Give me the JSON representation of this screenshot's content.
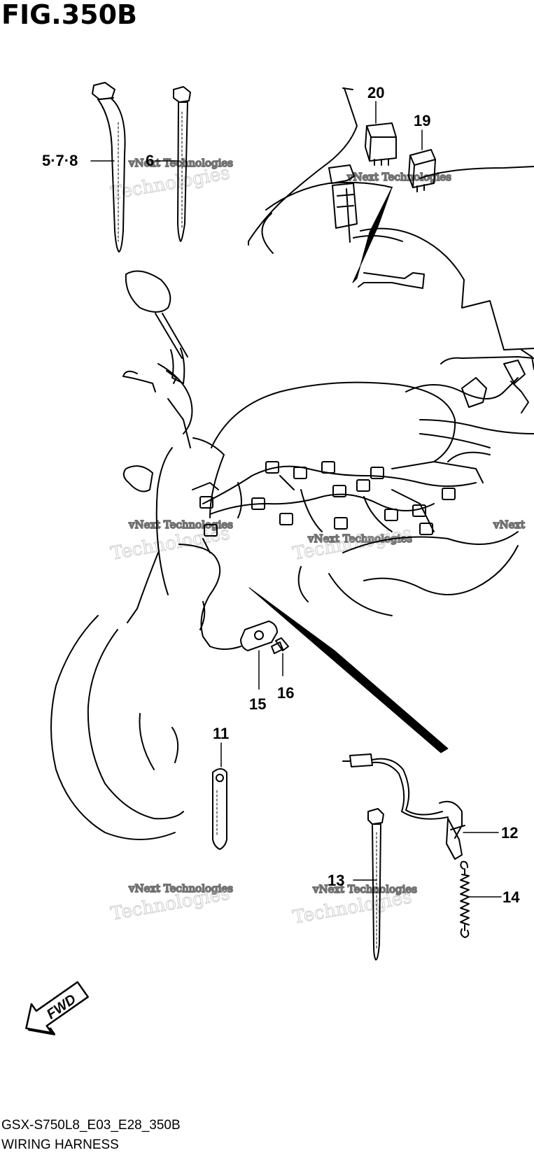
{
  "figure": {
    "title": "FIG.350B",
    "code": "GSX-S750L8_E03_E28_350B",
    "name": "WIRING HARNESS"
  },
  "callouts": {
    "c_578": "5·7·8",
    "c_6": "6",
    "c_20": "20",
    "c_19": "19",
    "c_15": "15",
    "c_16": "16",
    "c_11": "11",
    "c_12": "12",
    "c_13": "13",
    "c_14": "14"
  },
  "fwd_label": "FWD",
  "watermark": {
    "line1": "vNext Technologies",
    "line2": "Technologies",
    "line3": "vNext"
  }
}
